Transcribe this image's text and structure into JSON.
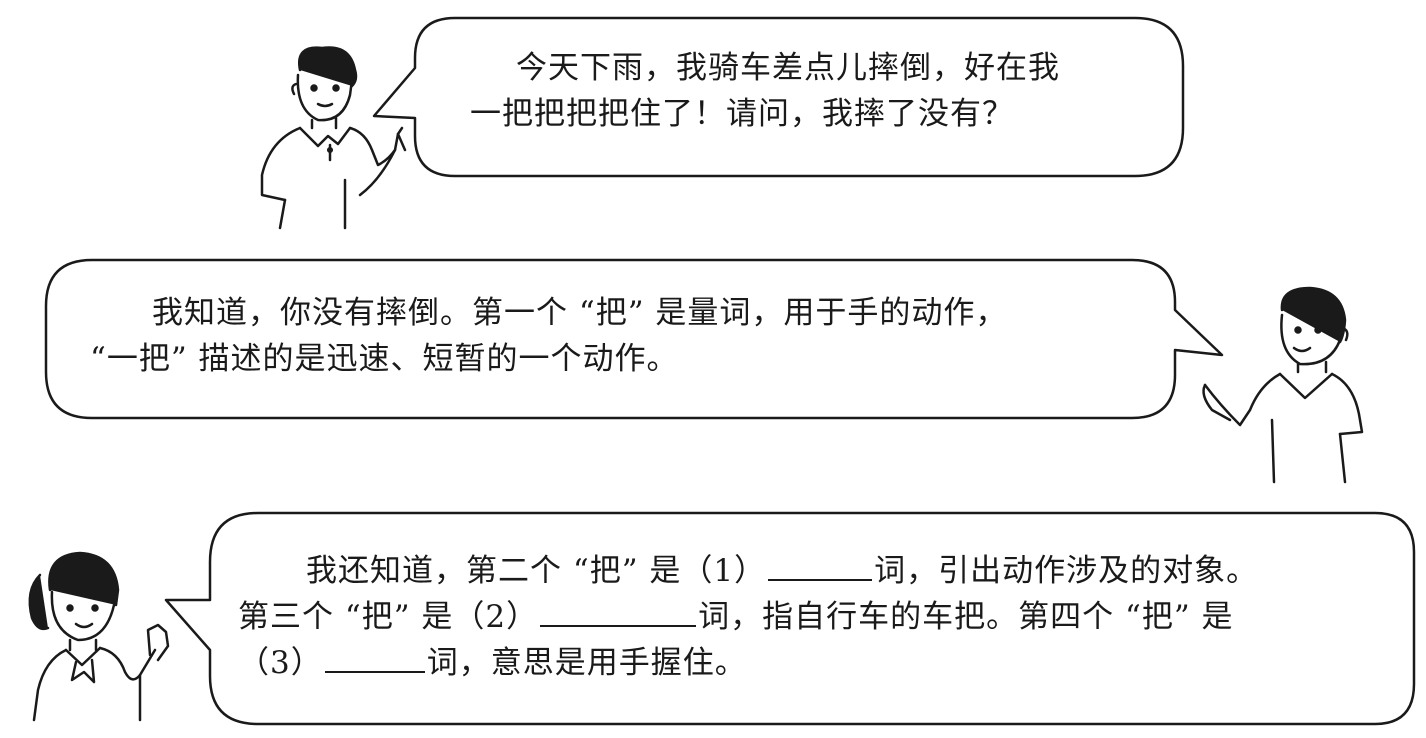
{
  "dialogue": [
    {
      "speaker": "boy",
      "lines": [
        "今天下雨，我骑车差点儿摔倒，好在我",
        "一把把把把住了！请问，我摔了没有？"
      ]
    },
    {
      "speaker": "boy",
      "lines": [
        "我知道，你没有摔倒。第一个 “把” 是量词，用于手的动作，",
        "“一把” 描述的是迅速、短暂的一个动作。"
      ]
    },
    {
      "speaker": "girl",
      "line1_a": "我还知道，第二个 “把” 是（1）",
      "line1_b": "词，引出动作涉及的对象。",
      "line2_a": "第三个 “把” 是（2）",
      "line2_b": "词，指自行车的车把。第四个 “把” 是",
      "line3_a": "（3）",
      "line3_b": "词，意思是用手握住。"
    }
  ],
  "colors": {
    "ink": "#1a1a1a",
    "background": "#ffffff"
  }
}
